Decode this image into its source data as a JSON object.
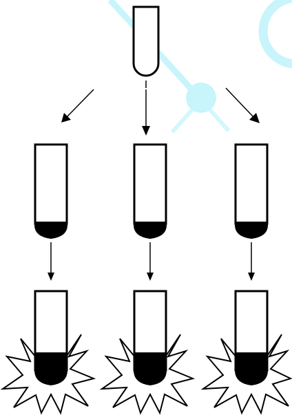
{
  "diagram": {
    "type": "test-tube-splitting",
    "source_tube": {
      "contents": "empty"
    },
    "branch_count": 3,
    "middle_row": {
      "tubes": 3,
      "contents": "sediment-at-bottom"
    },
    "bottom_row": {
      "tubes": 3,
      "contents": "sediment-at-bottom",
      "effect": "explosion-burst"
    }
  },
  "colors": {
    "outline": "#000000",
    "fill": "#ffffff",
    "sediment": "#000000",
    "watermark": "#c8f4fb"
  },
  "decor": {
    "watermark": "light-cyan-molecule-graphic"
  }
}
